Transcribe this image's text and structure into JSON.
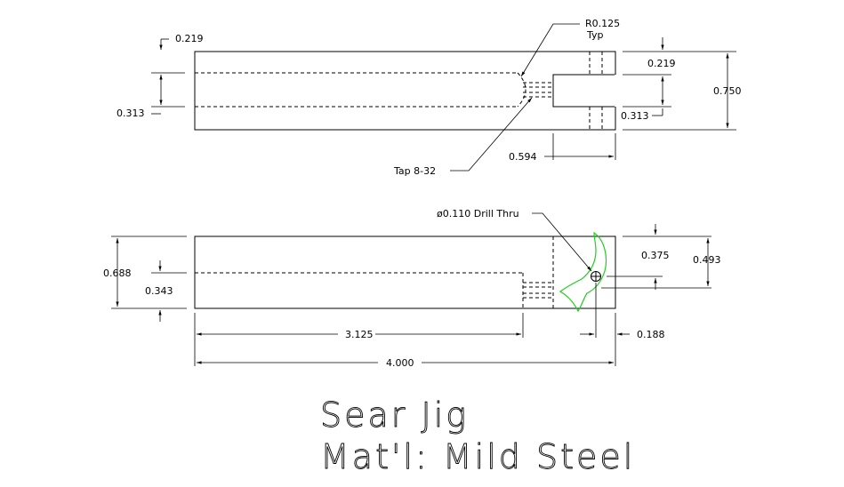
{
  "title": {
    "line1": "Sear Jig",
    "line2": "Mat'l: Mild Steel"
  },
  "top_view": {
    "dims": {
      "top_offset": "0.219",
      "left_height": "0.313",
      "radius": "R0.125",
      "radius_note": "Typ",
      "right_top": "0.219",
      "right_slot": "0.313",
      "overall_height": "0.750",
      "slot_length": "0.594",
      "tap": "Tap 8-32"
    }
  },
  "side_view": {
    "dims": {
      "drill": "ø0.110 Drill Thru",
      "overall_height": "0.688",
      "center_height": "0.343",
      "hole_top": "0.375",
      "hole_total": "0.493",
      "bore_length": "3.125",
      "overall_length": "4.000",
      "hole_edge": "0.188"
    }
  },
  "colors": {
    "line": "#000000",
    "sear_profile": "#22cc22"
  }
}
